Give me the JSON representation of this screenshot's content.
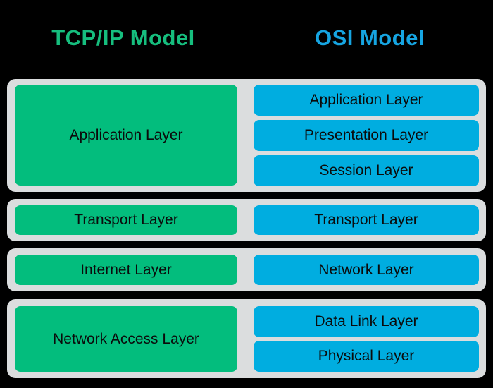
{
  "titles": {
    "left": {
      "text": "TCP/IP Model",
      "color": "#16BE7E"
    },
    "right": {
      "text": "OSI Model",
      "color": "#16A5E2"
    }
  },
  "colors": {
    "page_bg": "#000000",
    "container_bg": "#DBDDDE",
    "tcpip_box": "#03BD7D",
    "osi_box": "#00ADE0",
    "box_text": "#0B0B0B",
    "tcpip_title": "#16BE7E",
    "osi_title": "#16A5E2"
  },
  "rows": [
    {
      "tcpip": [
        "Application Layer"
      ],
      "osi": [
        "Application Layer",
        "Presentation Layer",
        "Session Layer"
      ]
    },
    {
      "tcpip": [
        "Transport Layer"
      ],
      "osi": [
        "Transport Layer"
      ]
    },
    {
      "tcpip": [
        "Internet Layer"
      ],
      "osi": [
        "Network Layer"
      ]
    },
    {
      "tcpip": [
        "Network Access Layer"
      ],
      "osi": [
        "Data Link Layer",
        "Physical Layer"
      ]
    }
  ]
}
